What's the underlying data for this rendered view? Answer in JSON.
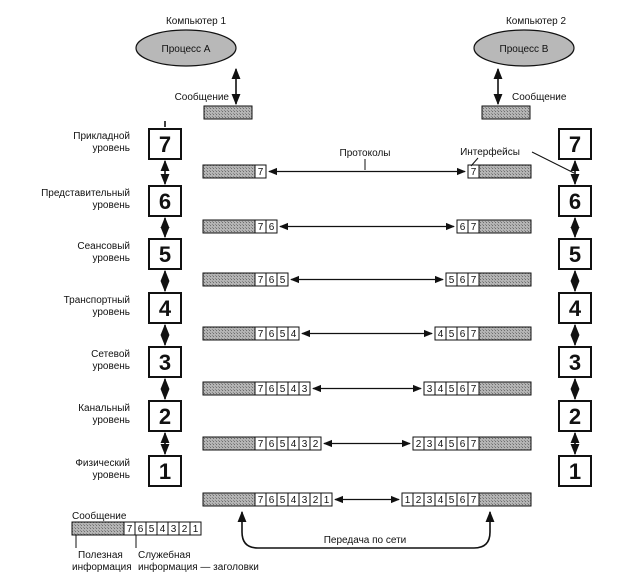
{
  "computers": {
    "left": {
      "title": "Компьютер 1",
      "process": "Процесс А",
      "message": "Сообщение"
    },
    "right": {
      "title": "Компьютер 2",
      "process": "Процесс В",
      "message": "Сообщение"
    }
  },
  "layers": [
    {
      "num": "7",
      "name_line1": "Прикладной",
      "name_line2": "уровень"
    },
    {
      "num": "6",
      "name_line1": "Представительный",
      "name_line2": "уровень"
    },
    {
      "num": "5",
      "name_line1": "Сеансовый",
      "name_line2": "уровень"
    },
    {
      "num": "4",
      "name_line1": "Транспортный",
      "name_line2": "уровень"
    },
    {
      "num": "3",
      "name_line1": "Сетевой",
      "name_line2": "уровень"
    },
    {
      "num": "2",
      "name_line1": "Канальный",
      "name_line2": "уровень"
    },
    {
      "num": "1",
      "name_line1": "Физический",
      "name_line2": "уровень"
    }
  ],
  "headers": {
    "left": [
      [
        "7"
      ],
      [
        "7",
        "6"
      ],
      [
        "7",
        "6",
        "5"
      ],
      [
        "7",
        "6",
        "5",
        "4"
      ],
      [
        "7",
        "6",
        "5",
        "4",
        "3"
      ],
      [
        "7",
        "6",
        "5",
        "4",
        "3",
        "2"
      ],
      [
        "7",
        "6",
        "5",
        "4",
        "3",
        "2",
        "1"
      ]
    ],
    "right": [
      [
        "7"
      ],
      [
        "6",
        "7"
      ],
      [
        "5",
        "6",
        "7"
      ],
      [
        "4",
        "5",
        "6",
        "7"
      ],
      [
        "3",
        "4",
        "5",
        "6",
        "7"
      ],
      [
        "2",
        "3",
        "4",
        "5",
        "6",
        "7"
      ],
      [
        "1",
        "2",
        "3",
        "4",
        "5",
        "6",
        "7"
      ]
    ]
  },
  "labels": {
    "protocols": "Протоколы",
    "interfaces": "Интерфейсы",
    "network_transfer": "Передача по сети"
  },
  "legend": {
    "title": "Сообщение",
    "cells": [
      "7",
      "6",
      "5",
      "4",
      "3",
      "2",
      "1"
    ],
    "payload_line1": "Полезная",
    "payload_line2": "информация",
    "service_line1": "Служебная",
    "service_line2": "информация — заголовки"
  },
  "colors": {
    "ink": "#111111",
    "hatch": "#9a9a9a",
    "ellipse": "#b8b8b8"
  }
}
